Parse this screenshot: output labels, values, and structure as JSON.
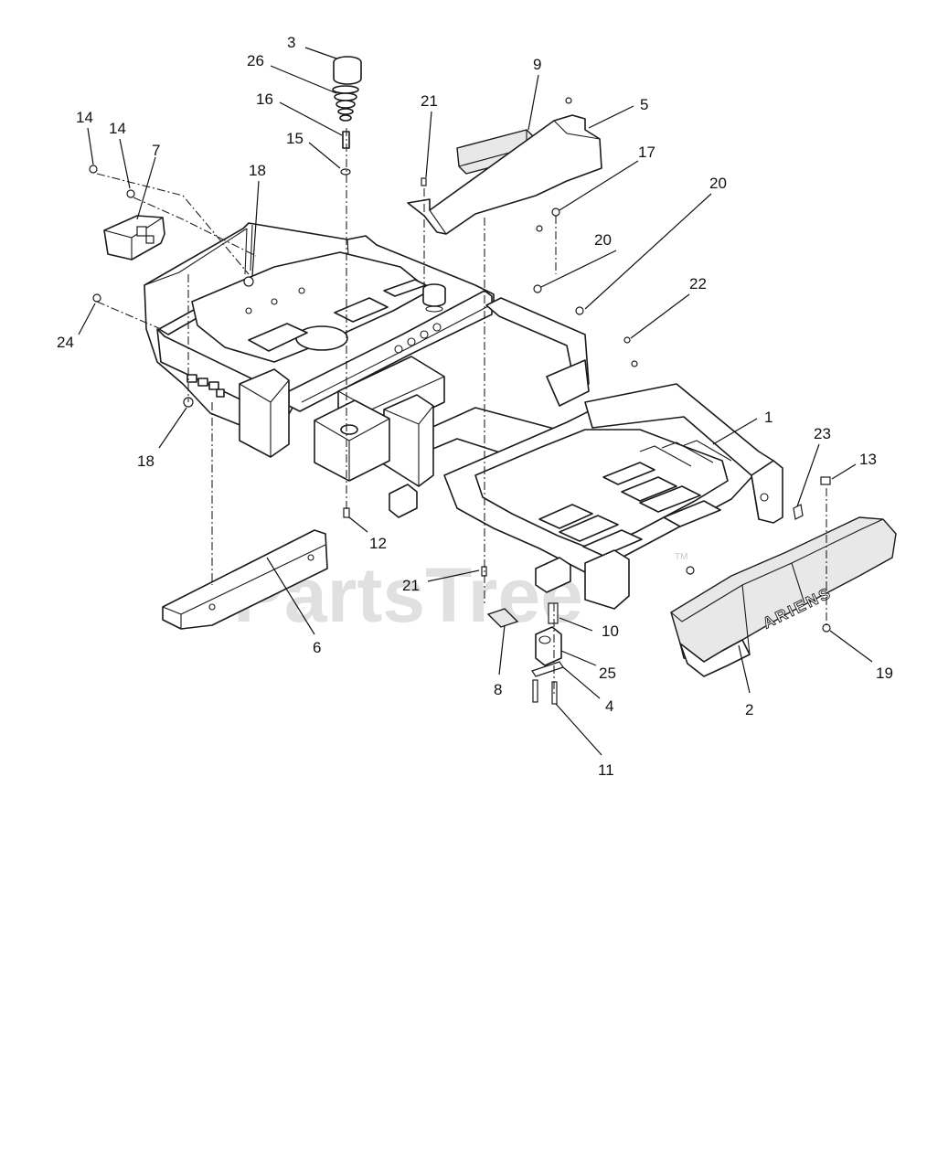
{
  "watermark": {
    "text": "PartsTree",
    "tm": "TM"
  },
  "brand_text": "ARIENS",
  "callouts": [
    {
      "id": "c3",
      "label": "3"
    },
    {
      "id": "c26",
      "label": "26"
    },
    {
      "id": "c16",
      "label": "16"
    },
    {
      "id": "c15",
      "label": "15"
    },
    {
      "id": "c14a",
      "label": "14"
    },
    {
      "id": "c14b",
      "label": "14"
    },
    {
      "id": "c7",
      "label": "7"
    },
    {
      "id": "c18a",
      "label": "18"
    },
    {
      "id": "c24",
      "label": "24"
    },
    {
      "id": "c18b",
      "label": "18"
    },
    {
      "id": "c21a",
      "label": "21"
    },
    {
      "id": "c9",
      "label": "9"
    },
    {
      "id": "c5",
      "label": "5"
    },
    {
      "id": "c17",
      "label": "17"
    },
    {
      "id": "c20a",
      "label": "20"
    },
    {
      "id": "c20b",
      "label": "20"
    },
    {
      "id": "c22",
      "label": "22"
    },
    {
      "id": "c1",
      "label": "1"
    },
    {
      "id": "c23",
      "label": "23"
    },
    {
      "id": "c13",
      "label": "13"
    },
    {
      "id": "c12",
      "label": "12"
    },
    {
      "id": "c21b",
      "label": "21"
    },
    {
      "id": "c10",
      "label": "10"
    },
    {
      "id": "c6",
      "label": "6"
    },
    {
      "id": "c8",
      "label": "8"
    },
    {
      "id": "c25",
      "label": "25"
    },
    {
      "id": "c4",
      "label": "4"
    },
    {
      "id": "c11",
      "label": "11"
    },
    {
      "id": "c2",
      "label": "2"
    },
    {
      "id": "c19",
      "label": "19"
    }
  ]
}
